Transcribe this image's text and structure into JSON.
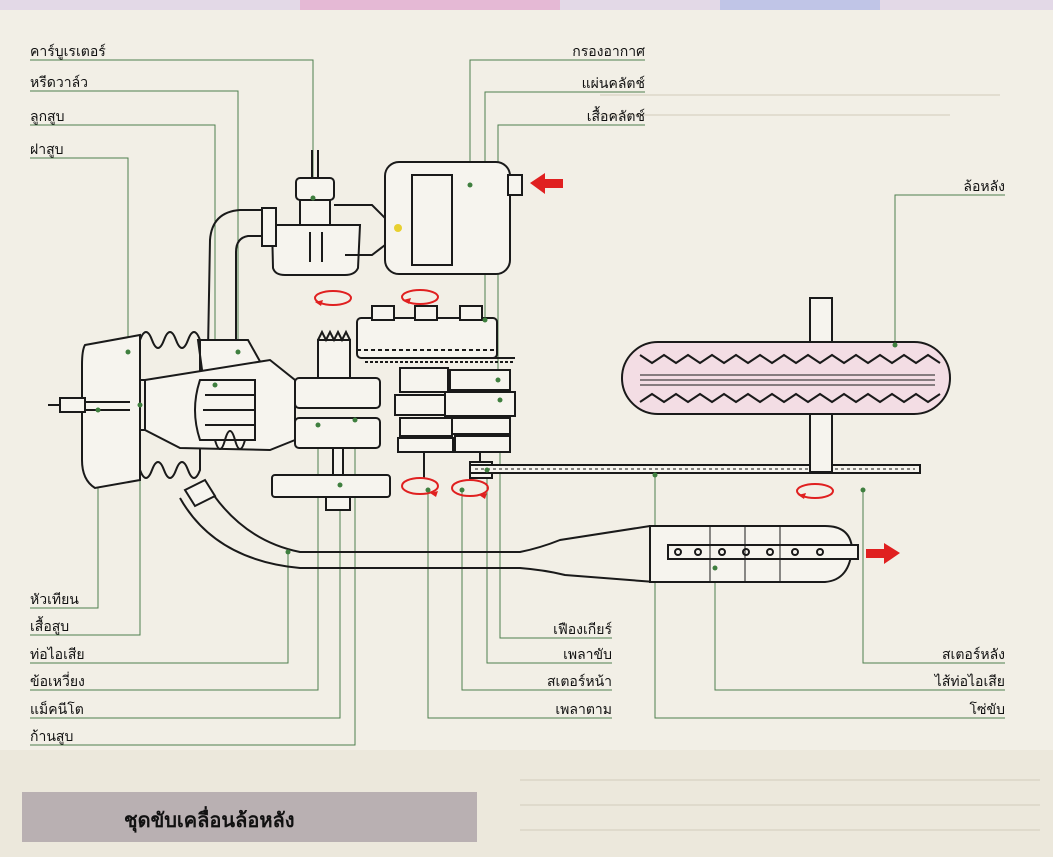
{
  "caption": "ชุดขับเคลื่อนล้อหลัง",
  "labels": {
    "carburetor": "คาร์บูเรเตอร์",
    "reed_valve": "หรีดวาล์ว",
    "piston": "ลูกสูบ",
    "cylinder_head": "ฝาสูบ",
    "air_filter": "กรองอากาศ",
    "clutch_plate": "แผ่นคลัตช์",
    "clutch_housing": "เสื้อคลัตช์",
    "rear_wheel": "ล้อหลัง",
    "spark_plug": "หัวเทียน",
    "cylinder": "เสื้อสูบ",
    "exhaust_pipe": "ท่อไอเสีย",
    "crankshaft": "ข้อเหวี่ยง",
    "magneto": "แม็คนีโต",
    "connecting_rod": "ก้านสูบ",
    "gear": "เฟืองเกียร์",
    "drive_shaft": "เพลาขับ",
    "front_sprocket": "สเตอร์หน้า",
    "driven_shaft": "เพลาตาม",
    "rear_sprocket": "สเตอร์หลัง",
    "muffler_core": "ไส้ท่อไอเสีย",
    "chain": "โซ่ขับ"
  },
  "colors": {
    "paper": "#f2efe6",
    "line": "#1a1a1a",
    "leader": "#4f7f4f",
    "tire": "#f3dde4",
    "arrow": "#e02020",
    "caption_bg": "#b9b0b2"
  }
}
